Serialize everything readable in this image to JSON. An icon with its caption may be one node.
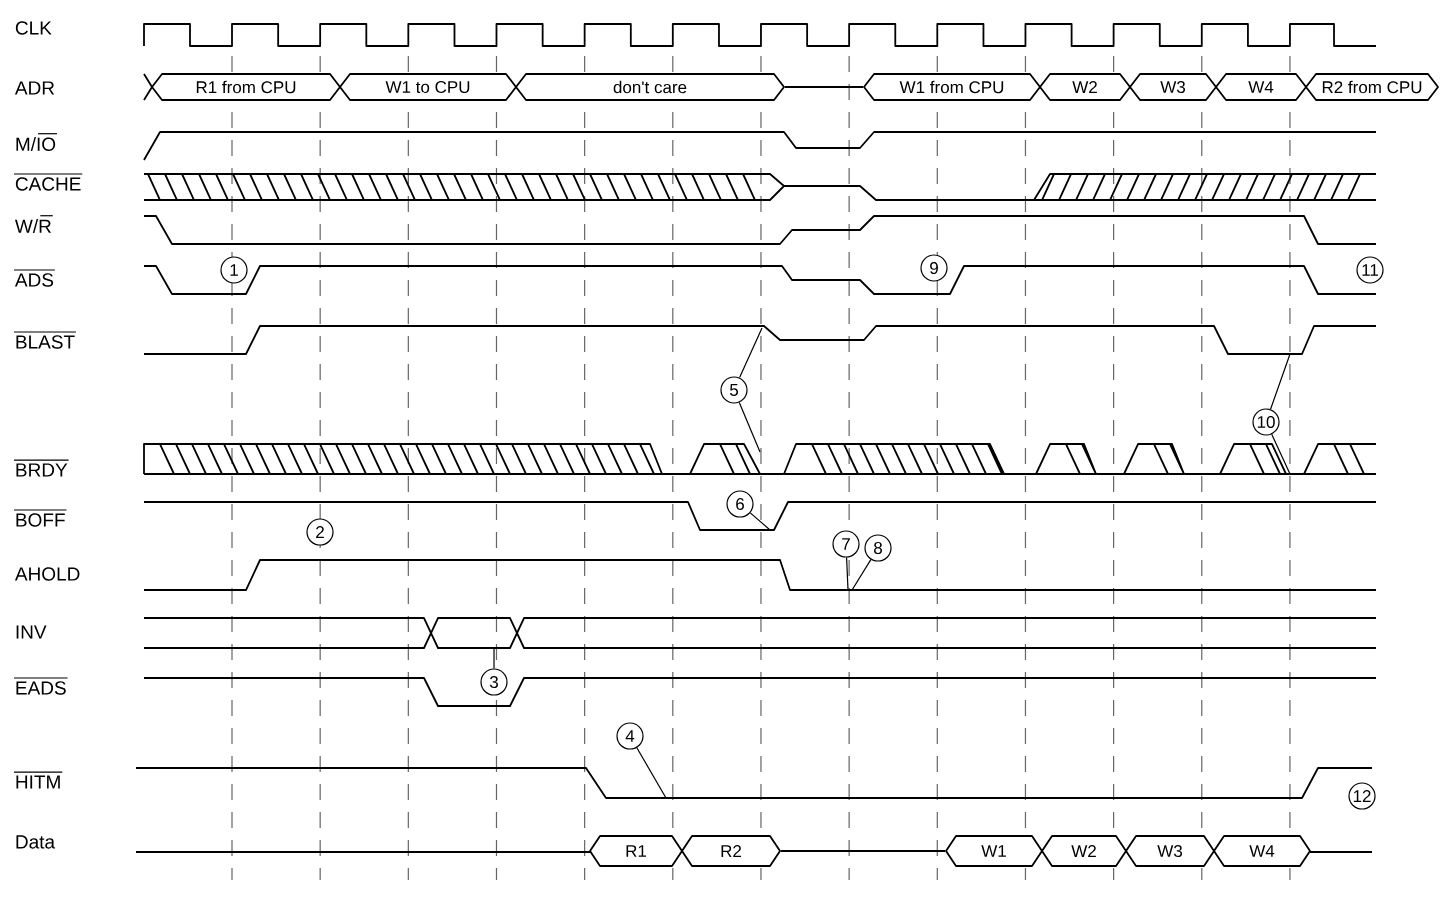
{
  "diagram": {
    "nodes": [
      {
        "text": [
          "R1 from CPU"
        ]
      },
      {
        "text": [
          "W1 to CPU"
        ]
      },
      {
        "text": [
          "don't care"
        ]
      },
      {
        "text": [
          "W1 from CPU"
        ]
      },
      {
        "text": [
          "W2"
        ]
      },
      {
        "text": [
          "W3"
        ]
      },
      {
        "text": [
          "W4"
        ]
      },
      {
        "text": [
          "R2 from CPU"
        ]
      },
      {
        "text": [
          "1"
        ]
      },
      {
        "text": [
          "2"
        ]
      },
      {
        "text": [
          "3"
        ]
      },
      {
        "text": [
          "4"
        ]
      },
      {
        "text": [
          "5"
        ]
      },
      {
        "text": [
          "6"
        ]
      },
      {
        "text": [
          "7"
        ]
      },
      {
        "text": [
          "8"
        ]
      },
      {
        "text": [
          "9"
        ]
      },
      {
        "text": [
          "10"
        ]
      },
      {
        "text": [
          "11"
        ]
      },
      {
        "text": [
          "12"
        ]
      },
      {
        "text": [
          "R1"
        ]
      },
      {
        "text": [
          "R2"
        ]
      },
      {
        "text": [
          "W1"
        ]
      },
      {
        "text": [
          "W2"
        ]
      },
      {
        "text": [
          "W3"
        ]
      },
      {
        "text": [
          "W4"
        ]
      }
    ],
    "edges": [
      {
        "from": 2,
        "to": 3,
        "arrow": "none"
      },
      {
        "from": 21,
        "to": 22,
        "arrow": "none"
      },
      {
        "from": 10,
        "to": null,
        "arrow": "none"
      },
      {
        "from": 11,
        "to": null,
        "arrow": "none"
      },
      {
        "from": 12,
        "to": null,
        "arrow": "none"
      },
      {
        "from": 12,
        "to": null,
        "arrow": "none"
      },
      {
        "from": 13,
        "to": null,
        "arrow": "none"
      },
      {
        "from": 14,
        "to": null,
        "arrow": "none"
      },
      {
        "from": 15,
        "to": null,
        "arrow": "none"
      },
      {
        "from": 17,
        "to": null,
        "arrow": "none"
      },
      {
        "from": 17,
        "to": null,
        "arrow": "none"
      }
    ],
    "labels": [
      "CLK",
      "ADR",
      "M/IO",
      "CACHE",
      "W/R",
      "ADS",
      "BLAST",
      "BRDY",
      "BOFF",
      "AHOLD",
      "INV",
      "EADS",
      "HITM",
      "Data"
    ]
  }
}
